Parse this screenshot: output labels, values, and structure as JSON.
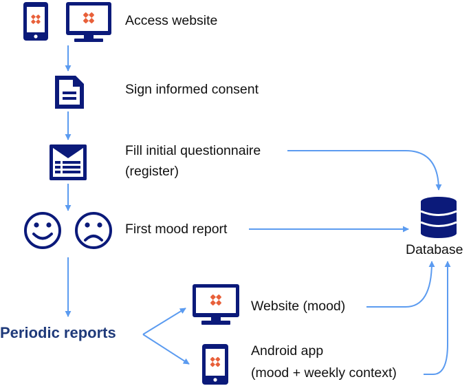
{
  "steps": {
    "access": "Access website",
    "consent": "Sign informed consent",
    "questionnaire_line1": "Fill initial questionnaire",
    "questionnaire_line2": "(register)",
    "mood": "First mood report"
  },
  "periodic": {
    "title": "Periodic reports",
    "website": "Website (mood)",
    "android_line1": "Android app",
    "android_line2": "(mood + weekly context)"
  },
  "database": {
    "label": "Database"
  },
  "colors": {
    "icon": "#0b1a7a",
    "arrow": "#5b9bf0",
    "title": "#1f3a7a",
    "logo": "#e8603a"
  },
  "icons": [
    "phone-icon",
    "monitor-icon",
    "document-icon",
    "form-icon",
    "happy-face-icon",
    "sad-face-icon",
    "database-icon"
  ]
}
